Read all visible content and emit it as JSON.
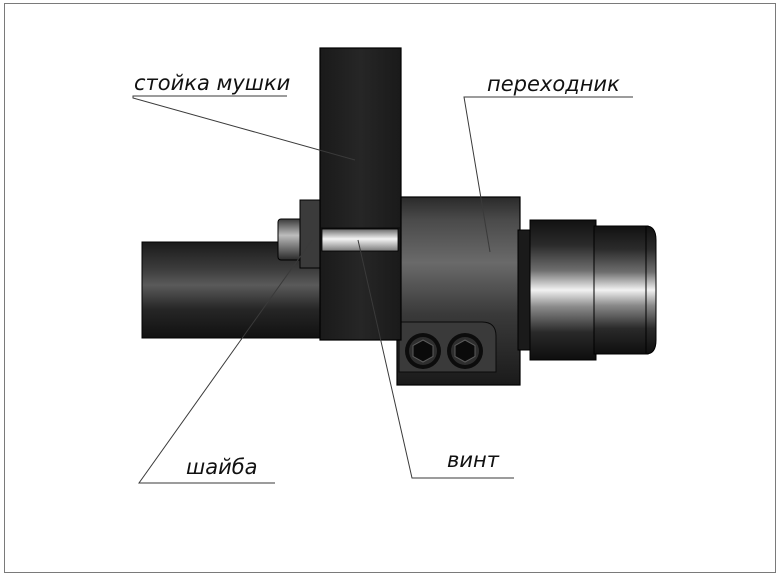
{
  "labels": {
    "front_sight_post": "стойка мушки",
    "adapter": "переходник",
    "washer": "шайба",
    "screw": "винт"
  },
  "colors": {
    "frame": "#7a7a7a",
    "part_dark": "#1c1c1c",
    "part_highlight": "#d8d8d8",
    "background": "#ffffff"
  }
}
